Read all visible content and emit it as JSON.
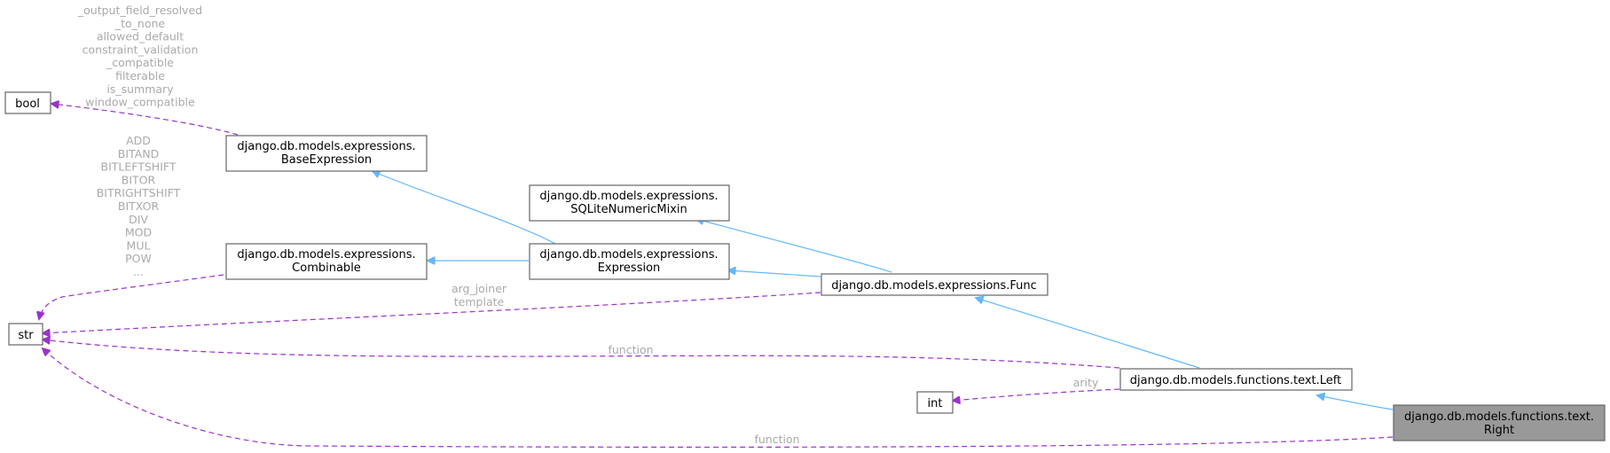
{
  "nodes": {
    "bool": {
      "lines": [
        "bool"
      ]
    },
    "str": {
      "lines": [
        "str"
      ]
    },
    "int": {
      "lines": [
        "int"
      ]
    },
    "base_expression": {
      "lines": [
        "django.db.models.expressions.",
        "BaseExpression"
      ]
    },
    "combinable": {
      "lines": [
        "django.db.models.expressions.",
        "Combinable"
      ]
    },
    "sqlite_numeric_mixin": {
      "lines": [
        "django.db.models.expressions.",
        "SQLiteNumericMixin"
      ]
    },
    "expression": {
      "lines": [
        "django.db.models.expressions.",
        "Expression"
      ]
    },
    "func": {
      "lines": [
        "django.db.models.expressions.Func"
      ]
    },
    "left": {
      "lines": [
        "django.db.models.functions.text.Left"
      ]
    },
    "right": {
      "lines": [
        "django.db.models.functions.text.",
        "Right"
      ],
      "highlighted": true
    }
  },
  "edge_labels": {
    "base_expression_bool": [
      "_output_field_resolved",
      "_to_none",
      "allowed_default",
      "constraint_validation",
      "_compatible",
      "filterable",
      "is_summary",
      "window_compatible"
    ],
    "combinable_str": [
      "ADD",
      "BITAND",
      "BITLEFTSHIFT",
      "BITOR",
      "BITRIGHTSHIFT",
      "BITXOR",
      "DIV",
      "MOD",
      "MUL",
      "POW",
      "..."
    ],
    "func_str": [
      "arg_joiner",
      "template"
    ],
    "left_str": [
      "function"
    ],
    "left_int": [
      "arity"
    ],
    "right_str": [
      "function"
    ]
  },
  "colors": {
    "inheritance_edge": "#63b8ff",
    "usage_edge": "#9a32cd",
    "edge_label": "#aaaaaa",
    "highlight_fill": "#999999"
  }
}
